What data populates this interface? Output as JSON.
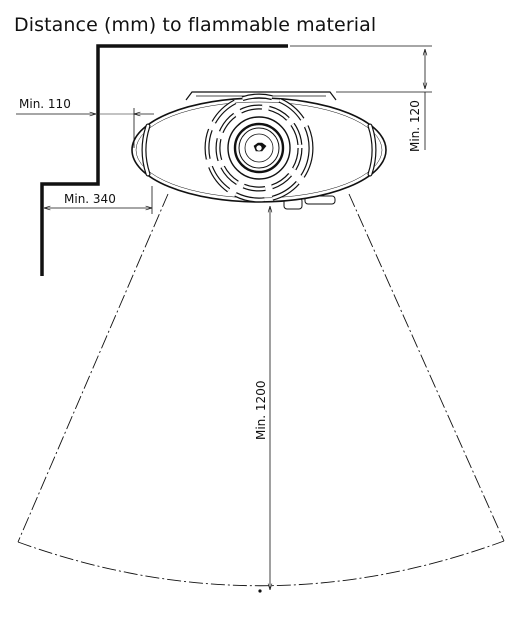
{
  "title": "Distance (mm) to flammable material",
  "dimensions": {
    "side_top": "Min. 110",
    "side_bottom": "Min. 340",
    "ceiling": "Min. 120",
    "floor": "Min. 1200"
  }
}
